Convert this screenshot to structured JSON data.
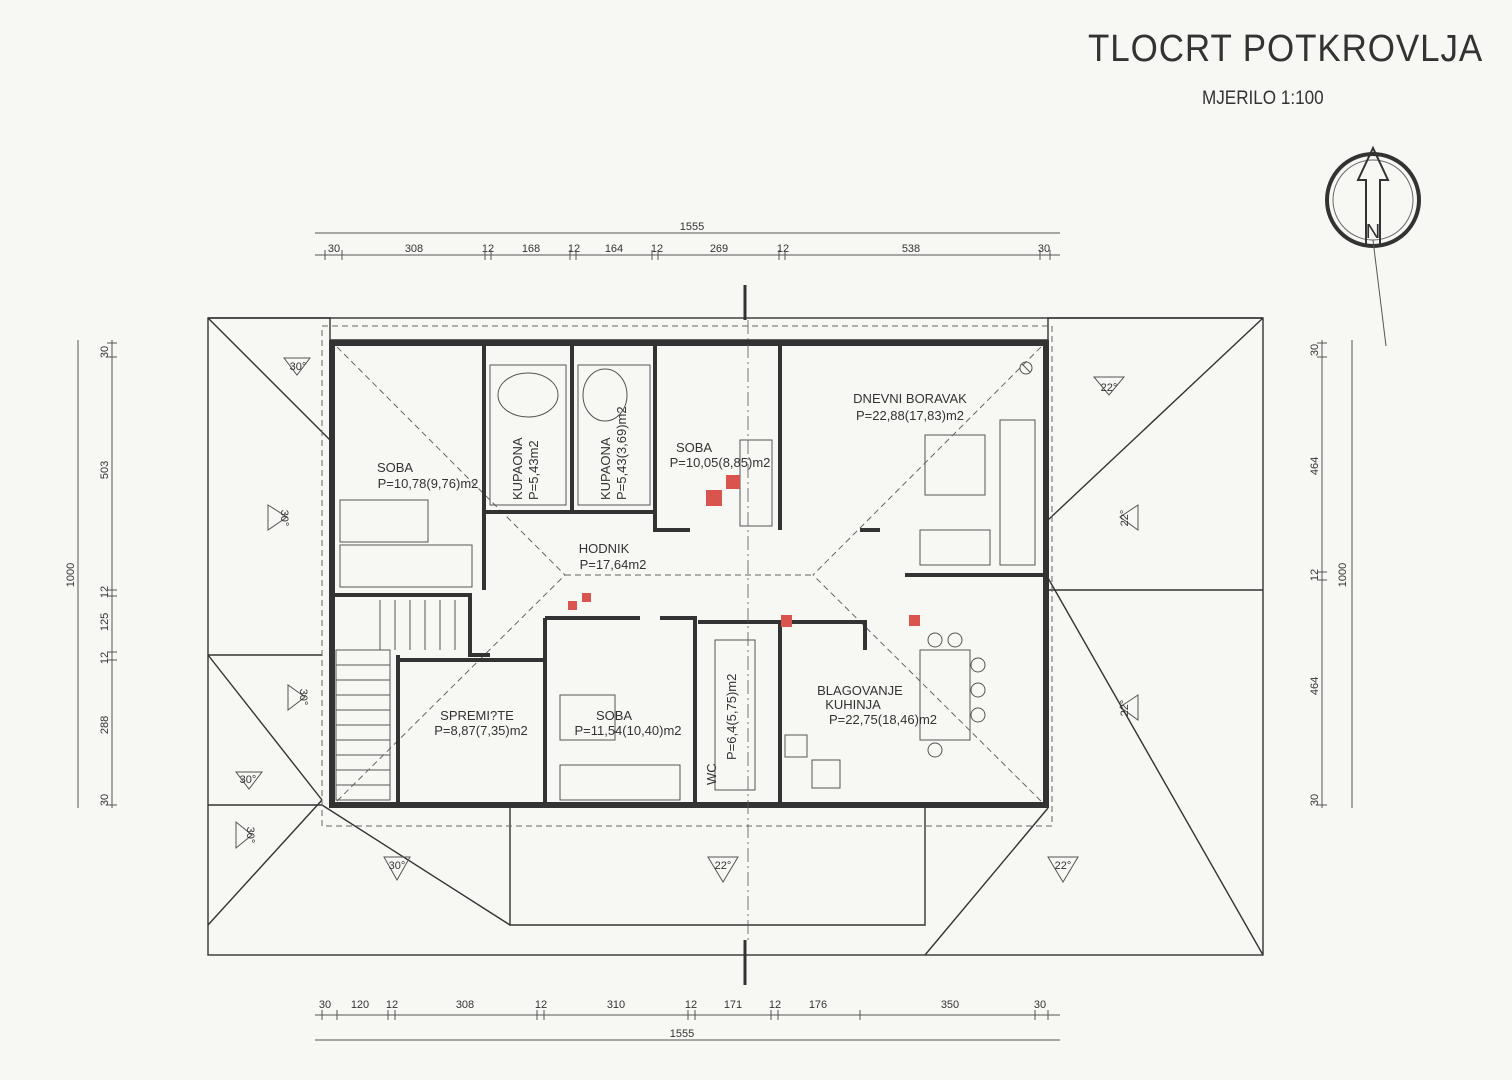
{
  "header": {
    "title": "TLOCRT POTKROVLJA",
    "scale": "MJERILO 1:100"
  },
  "north_label": "N",
  "rooms": {
    "soba_left": {
      "name": "SOBA",
      "area": "P=10,78(9,76)m2"
    },
    "kupaona1": {
      "name": "KUPAONA",
      "area": "P=5,43m2"
    },
    "kupaona2": {
      "name": "KUPAONA",
      "area": "P=5,43(3,69)m2"
    },
    "soba_top": {
      "name": "SOBA",
      "area": "P=10,05(8,85)m2"
    },
    "dnevni": {
      "name": "DNEVNI BORAVAK",
      "area": "P=22,88(17,83)m2"
    },
    "hodnik": {
      "name": "HODNIK",
      "area": "P=17,64m2"
    },
    "spremiste": {
      "name": "SPREMI?TE",
      "area": "P=8,87(7,35)m2"
    },
    "soba_bottom": {
      "name": "SOBA",
      "area": "P=11,54(10,40)m2"
    },
    "wc": {
      "name": "WC",
      "area": "P=6,4(5,75)m2"
    },
    "blagovanje": {
      "name": "BLAGOVANJE",
      "name2": "KUHINJA",
      "area": "P=22,75(18,46)m2"
    }
  },
  "slopes": {
    "a1": "30°",
    "a2": "30°",
    "a3": "30°",
    "a4": "30°",
    "a5": "30°",
    "a6": "30°",
    "b1": "22°",
    "b2": "22°",
    "b3": "22°",
    "b4": "22°",
    "b5": "22°"
  },
  "dims_top": {
    "total": "1555",
    "segments": [
      "30",
      "308",
      "12",
      "168",
      "12",
      "164",
      "12",
      "269",
      "12",
      "538",
      "30"
    ]
  },
  "dims_bottom": {
    "total": "1555",
    "segments": [
      "30",
      "120",
      "12",
      "308",
      "12",
      "310",
      "12",
      "171",
      "12",
      "176",
      "350",
      "30"
    ]
  },
  "dims_left": {
    "total": "1000",
    "segments": [
      "30",
      "503",
      "12",
      "125",
      "12",
      "288",
      "30"
    ]
  },
  "dims_right": {
    "total": "1000",
    "segments": [
      "30",
      "464",
      "12",
      "464",
      "30"
    ]
  },
  "colors": {
    "marker": "#d9534f",
    "ink": "#333333"
  }
}
